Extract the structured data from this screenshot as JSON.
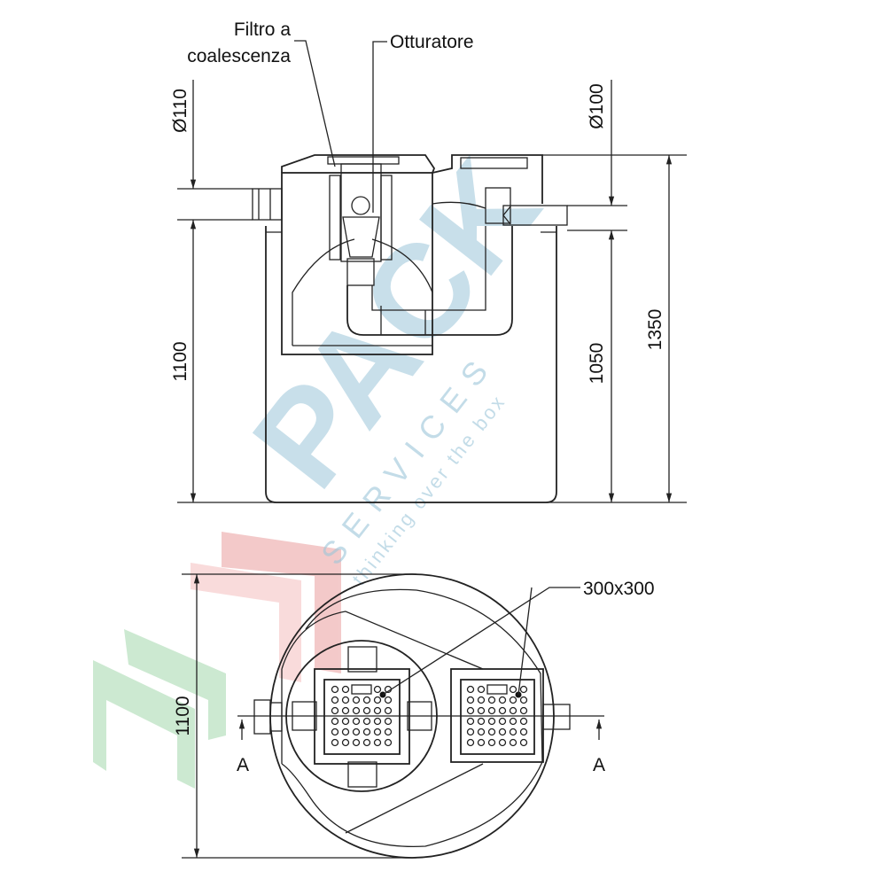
{
  "labels": {
    "filter_line1": "Filtro a",
    "filter_line2": "coalescenza",
    "stopper": "Otturatore",
    "inlet_diameter": "Ø110",
    "outlet_diameter": "Ø100",
    "inlet_height": "1100",
    "outlet_height": "1050",
    "total_height": "1350",
    "cover_size": "300x300",
    "plan_diameter": "1100",
    "section_left": "A",
    "section_right": "A"
  },
  "watermark": {
    "brand": "PACK",
    "sub": "SERVICES",
    "tagline": "thinking over the box"
  },
  "colors": {
    "line": "#222222",
    "watermark_blue": "#9cc6d9",
    "watermark_red": "#e58a8a",
    "watermark_green": "#8fcf9a"
  }
}
